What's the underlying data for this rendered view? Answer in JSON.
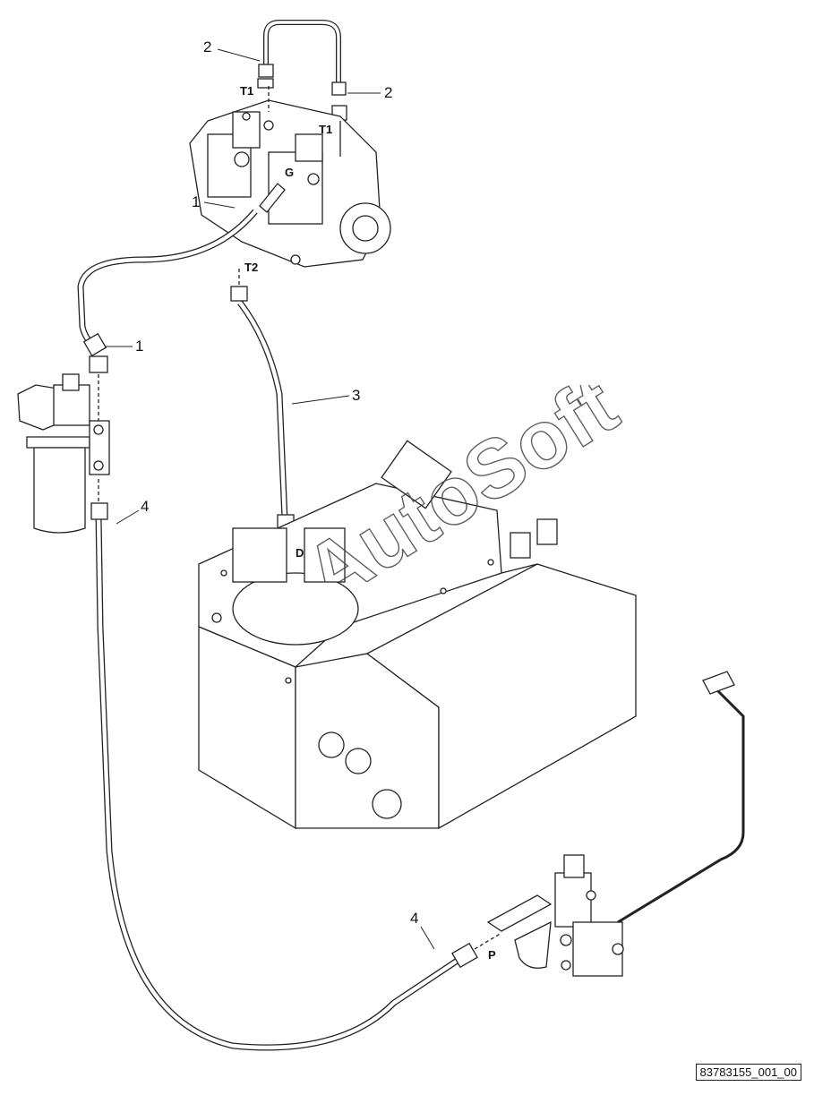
{
  "callouts": {
    "c2a": "2",
    "c2b": "2",
    "c1a": "1",
    "c1b": "1",
    "c3": "3",
    "c4a": "4",
    "c4b": "4"
  },
  "ports": {
    "t1a": "T1",
    "t1b": "T1",
    "g": "G",
    "t2": "T2",
    "d": "D",
    "p": "P"
  },
  "watermark": "AutoSoft",
  "document_id": "83783155_001_00"
}
